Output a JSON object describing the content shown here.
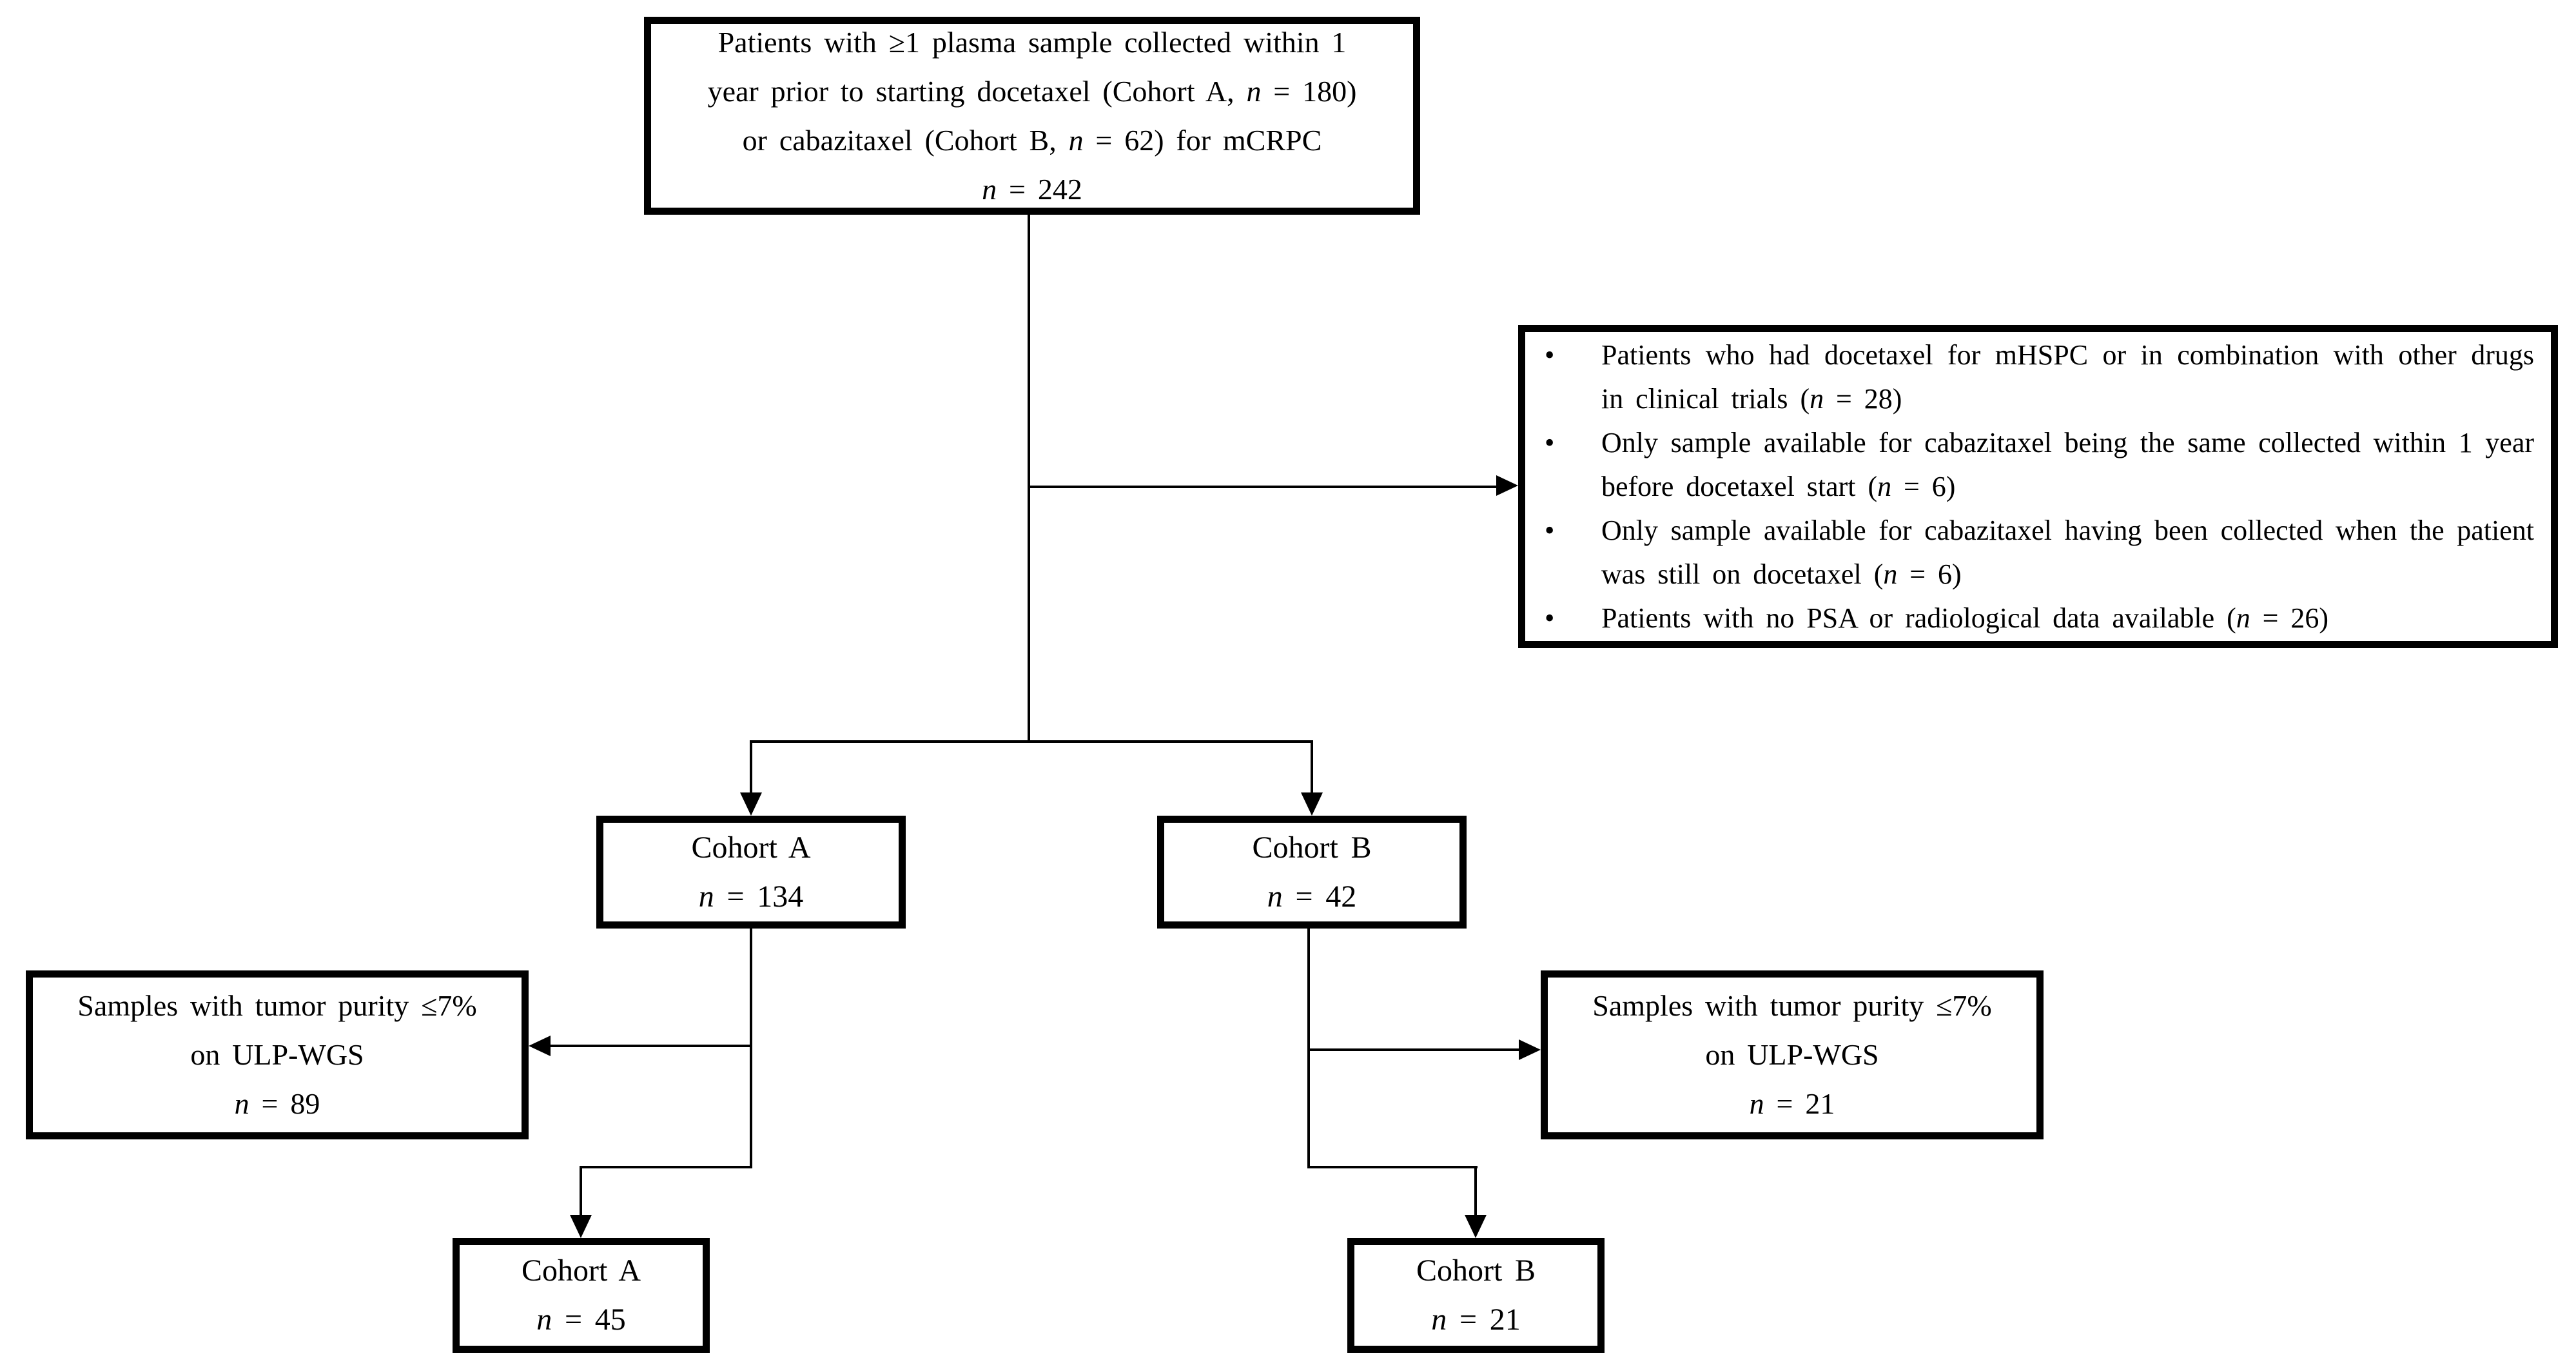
{
  "colors": {
    "ink": "#000000",
    "paper": "#ffffff"
  },
  "enrollment_box": {
    "line1": "Patients with ≥1 plasma sample collected within 1",
    "line2": "year prior to starting docetaxel (Cohort A, n = 180)",
    "line3": "or cabazitaxel (Cohort B, n = 62) for mCRPC",
    "line4": "n = 242"
  },
  "exclusion_box": {
    "items": [
      "Patients who had docetaxel for mHSPC or in combination with other drugs in clinical trials (n = 28)",
      "Only sample available for cabazitaxel being the same collected within 1 year before docetaxel start (n = 6)",
      "Only sample available for cabazitaxel having been collected when the patient was still on docetaxel (n = 6)",
      "Patients with no PSA or radiological data available (n = 26)"
    ]
  },
  "cohort_a_box": {
    "title": "Cohort A",
    "count": "n = 134"
  },
  "cohort_b_box": {
    "title": "Cohort B",
    "count": "n = 42"
  },
  "purity_a_box": {
    "line1": "Samples with tumor purity ≤7%",
    "line2": "on ULP-WGS",
    "count": "n = 89"
  },
  "purity_b_box": {
    "line1": "Samples with tumor purity ≤7%",
    "line2": "on ULP-WGS",
    "count": "n = 21"
  },
  "final_a_box": {
    "title": "Cohort A",
    "count": "n = 45"
  },
  "final_b_box": {
    "title": "Cohort B",
    "count": "n = 21"
  }
}
